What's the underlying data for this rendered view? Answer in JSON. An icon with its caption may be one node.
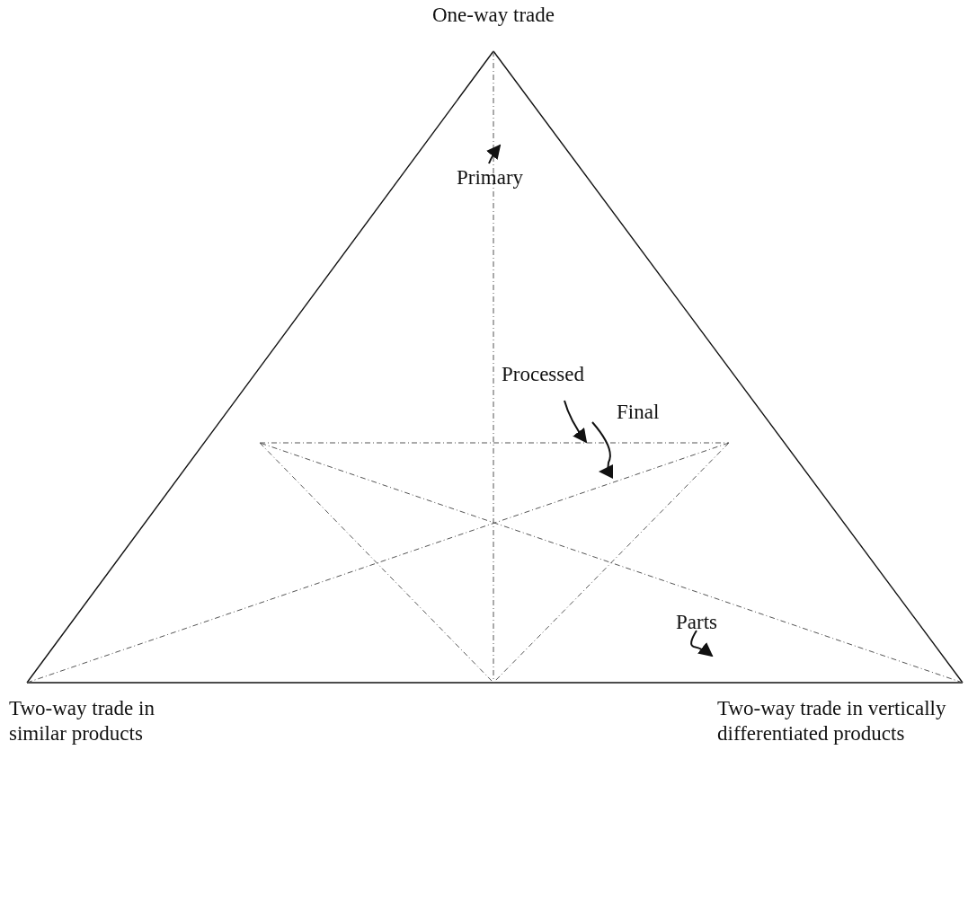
{
  "diagram": {
    "nodes": [
      {
        "text": [
          "Primary"
        ]
      },
      {
        "text": [
          "Processed"
        ]
      },
      {
        "text": [
          "Final"
        ]
      },
      {
        "text": [
          "Parts"
        ]
      }
    ],
    "edges": [
      {
        "from": 0,
        "to": null,
        "arrow": "to"
      },
      {
        "from": 1,
        "to": null,
        "arrow": "to"
      },
      {
        "from": 2,
        "to": null,
        "arrow": "to"
      },
      {
        "from": 3,
        "to": null,
        "arrow": "to"
      }
    ],
    "labels": [
      "One-way trade",
      "Two-way trade in similar products",
      "Two-way trade in vertically differentiated products"
    ]
  }
}
